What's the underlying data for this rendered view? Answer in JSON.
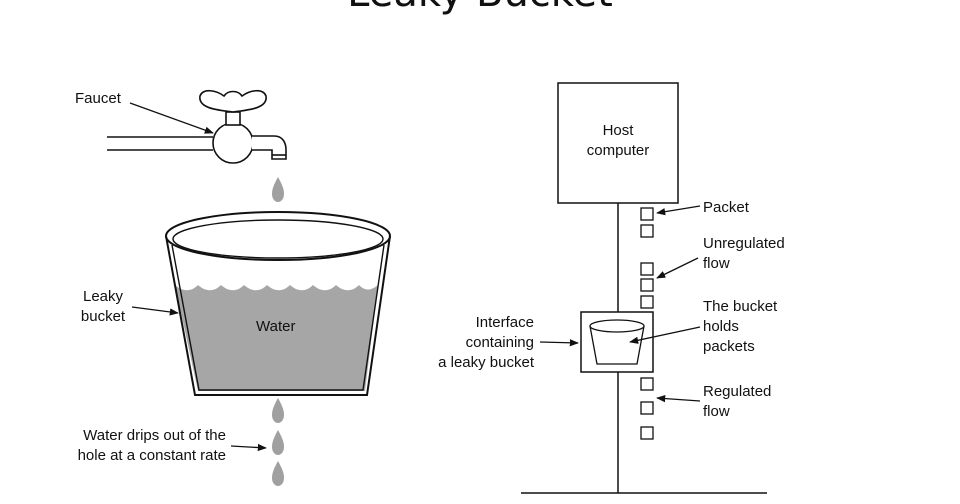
{
  "title": "Leaky Bucket",
  "left": {
    "faucet": "Faucet",
    "leaky_bucket": [
      "Leaky",
      "bucket"
    ],
    "water": "Water",
    "drips": [
      "Water drips out of the",
      "hole at a constant rate"
    ]
  },
  "right": {
    "host": [
      "Host",
      "computer"
    ],
    "packet": "Packet",
    "unregulated": [
      "Unregulated",
      "flow"
    ],
    "bucket_holds": [
      "The bucket",
      "holds",
      "packets"
    ],
    "interface": [
      "Interface",
      "containing",
      "a leaky bucket"
    ],
    "regulated": [
      "Regulated",
      "flow"
    ]
  },
  "colors": {
    "line": "#111111",
    "water": "#a6a6a6",
    "drop": "#a0a0a0"
  }
}
